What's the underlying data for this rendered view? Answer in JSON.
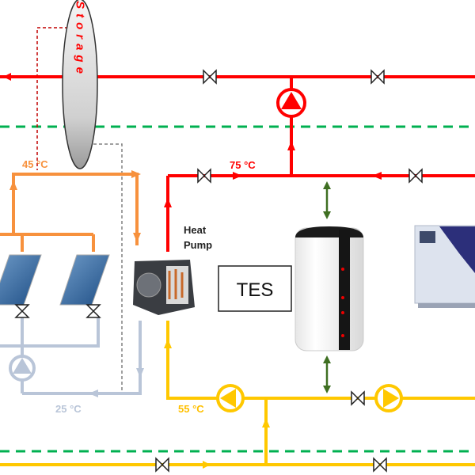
{
  "labels": {
    "storage": "Storage",
    "temp_75": "75 °C",
    "temp_45": "45 °C",
    "temp_25": "25 °C",
    "temp_55": "55 °C",
    "heat_pump_line1": "Heat",
    "heat_pump_line2": "Pump",
    "tes": "TES"
  },
  "colors": {
    "hot_loop": "#ff0000",
    "solar_loop": "#f7913d",
    "return_loop": "#b9c5d8",
    "medium_loop": "#ffc800",
    "boundary_dashed": "#00b050",
    "exchange_arrow": "#3f6f22",
    "storage_link_red": "#c00000",
    "storage_link_gray": "#808080"
  },
  "icons": [
    "valve-icon",
    "pump-icon",
    "solar-collector-icon",
    "heat-pump-unit-icon",
    "thermal-tank-icon",
    "chiller-unit-icon"
  ]
}
